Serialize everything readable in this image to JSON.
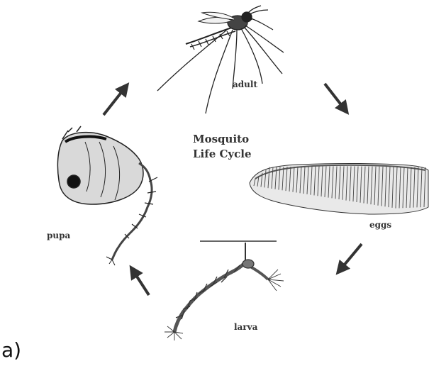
{
  "diagram": {
    "title_line1": "Mosquito",
    "title_line2": "Life Cycle",
    "stages": {
      "adult": "adult",
      "eggs": "eggs",
      "larva": "larva",
      "pupa": "pupa"
    },
    "panel_label": "a)",
    "icons": [
      "adult-mosquito-illustration",
      "egg-raft-illustration",
      "larva-illustration",
      "pupa-illustration",
      "cycle-arrow"
    ]
  }
}
